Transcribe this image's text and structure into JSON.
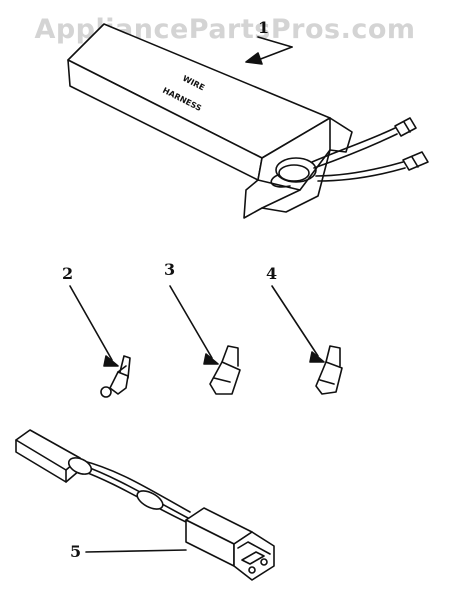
{
  "watermark": "AppliancePartsPros.com",
  "box_label": {
    "line1": "WIRE",
    "line2": "HARNESS"
  },
  "callouts": [
    "1",
    "2",
    "3",
    "4",
    "5"
  ],
  "line_color": "#111111"
}
